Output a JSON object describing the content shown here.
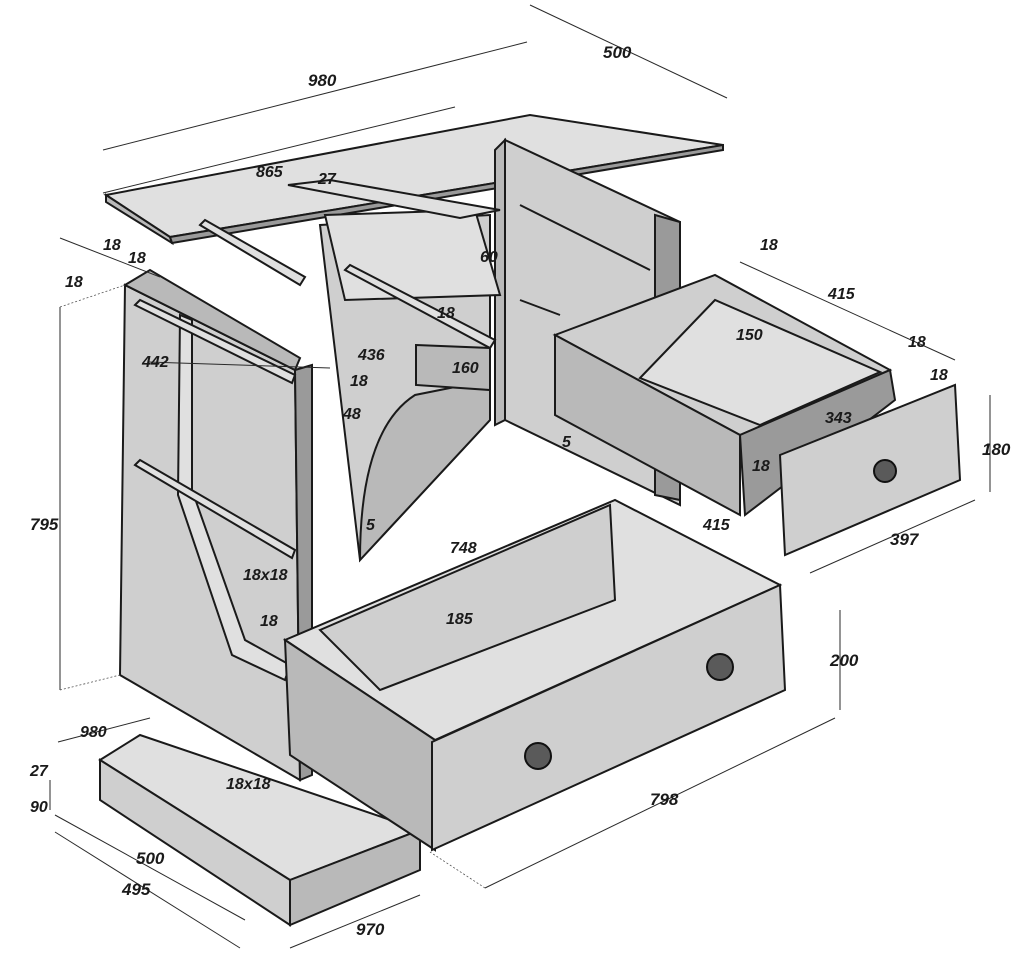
{
  "diagram": {
    "labels": {
      "top_width": "980",
      "top_depth": "500",
      "rail_length": "865",
      "rail_thickness": "27",
      "left_t1": "18",
      "left_t2": "18",
      "left_t3": "18",
      "rail_height": "60",
      "divider_t": "18",
      "divider_h": "160",
      "side_h": "442",
      "divider_w": "436",
      "strip_t": "18",
      "strip_w": "48",
      "side_height": "795",
      "plywood_a": "5",
      "plywood_b": "5",
      "small_drawer_side_t": "18",
      "small_drawer_len": "415",
      "small_drawer_h": "150",
      "small_drawer_t2": "18",
      "small_drawer_t3": "18",
      "small_drawer_w": "343",
      "small_drawer_t4": "18",
      "small_front_h": "180",
      "small_front_w": "397",
      "runner_len": "415",
      "big_drawer_inner": "748",
      "bar_section_1": "18x18",
      "bar_t": "18",
      "big_drawer_h": "185",
      "big_front_h": "200",
      "big_front_w": "798",
      "base_width": "980",
      "base_t": "27",
      "plinth_h": "90",
      "bar_section_2": "18x18",
      "base_depth": "500",
      "plinth_depth": "495",
      "plinth_width": "970"
    }
  }
}
